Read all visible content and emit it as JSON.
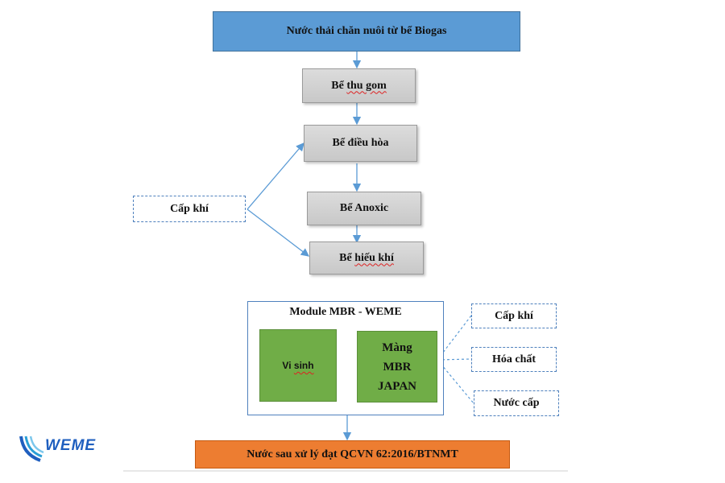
{
  "nodes": {
    "source": "Nước thải chăn nuôi từ bể Biogas",
    "collection_prefix": "Bể ",
    "collection_word": "thu gom",
    "equalization": "Bể điều hòa",
    "anoxic": "Bể Anoxic",
    "aerobic_prefix": "Bể ",
    "aerobic_word": "hiếu khí",
    "air_supply_left": "Cấp khí",
    "module_title": "Module MBR - WEME",
    "microbe_prefix": "Vi ",
    "microbe_word": "sinh",
    "membrane_line1": "Màng",
    "membrane_line2": "MBR",
    "membrane_line3": "JAPAN",
    "air_supply_right": "Cấp khí",
    "chemicals": "Hóa chất",
    "water_supply": "Nước cấp",
    "output": "Nước sau xử lý đạt QCVN 62:2016/BTNMT"
  },
  "logo": {
    "text": "WEME"
  },
  "colors": {
    "source_fill": "#5b9bd5",
    "output_fill": "#ed7d31",
    "process_fill": "#d0d0d0",
    "membrane_fill": "#70ad47",
    "connector": "#5b9bd5",
    "logo": "#1f5fbf"
  }
}
